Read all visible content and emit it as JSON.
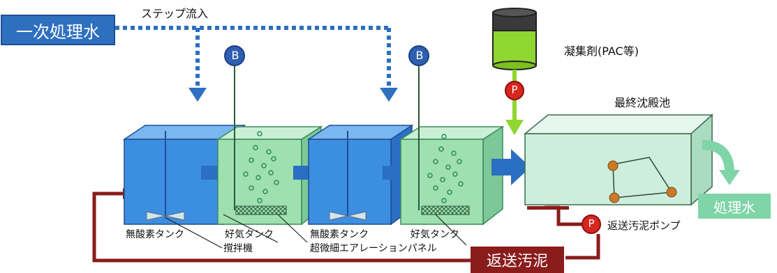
{
  "diagram": {
    "primary_effluent": "一次処理水",
    "step_inflow": "ステップ流入",
    "coagulant": "凝集剤(PAC等)",
    "final_settling_tank": "最終沈殿池",
    "treated_water": "処理水",
    "return_sludge_pump": "返送汚泥ポンプ",
    "return_sludge": "返送汚泥",
    "anoxic_tank_1": "無酸素タンク",
    "aerobic_tank_1": "好気タンク",
    "anoxic_tank_2": "無酸素タンク",
    "aerobic_tank_2": "好気タンク",
    "mixer": "撹拌機",
    "diffuser_panel": "超微細エアレーションパネル",
    "blower_symbol": "B",
    "pump_symbol": "P"
  },
  "colors": {
    "primary_box": "#2f6fc0",
    "flow_dotted": "#2f6fc0",
    "anoxic_tank": "#3c8ee0",
    "aerobic_tank": "#9fe0b0",
    "settling_tank": "#cdeedd",
    "return_line": "#8a1c1c",
    "pump": "#d8261e",
    "coagulant_liquid": "#8fd630",
    "treated_water_box": "#7fd4a8"
  }
}
